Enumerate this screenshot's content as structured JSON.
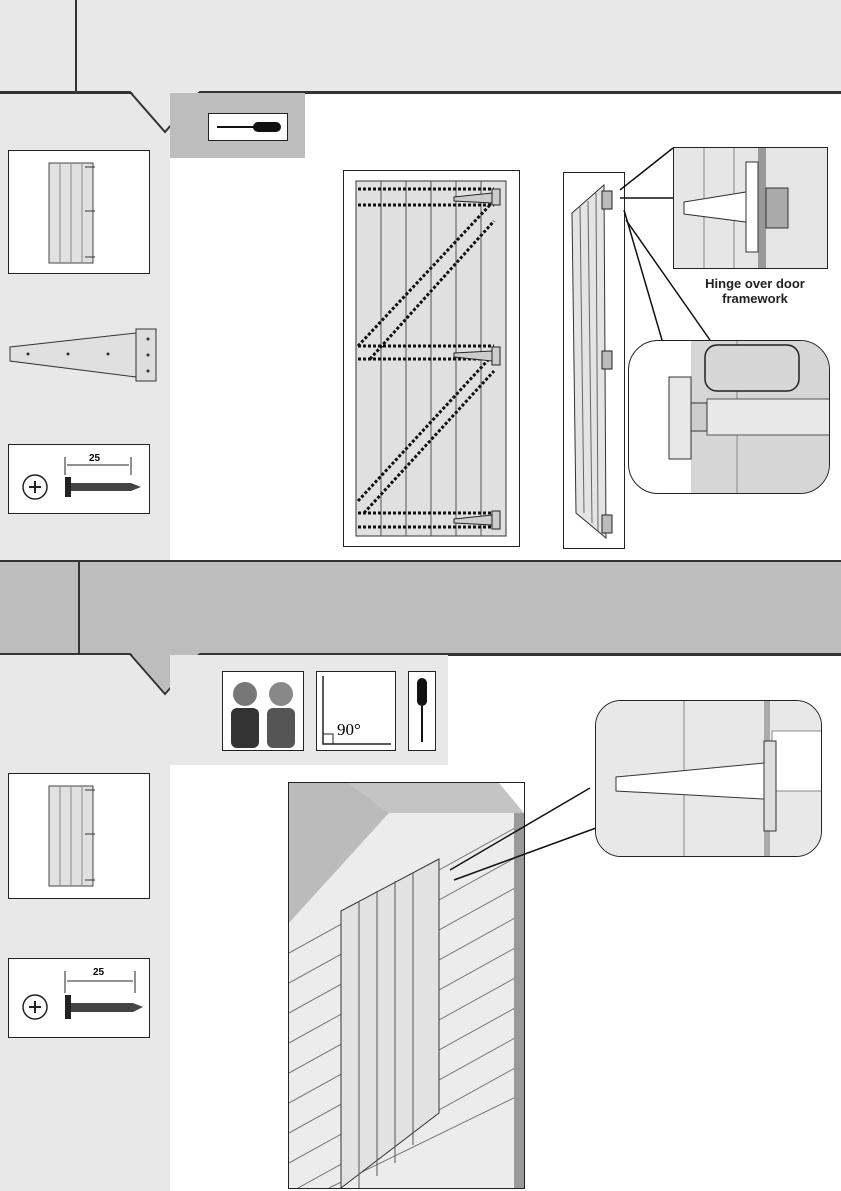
{
  "steps": [
    {
      "tools": [
        "screwdriver-icon"
      ],
      "parts": [
        {
          "name": "door-panel"
        },
        {
          "name": "t-hinge"
        },
        {
          "name": "screw",
          "length": "25"
        }
      ],
      "callout_label": "Hinge over door\nframework"
    },
    {
      "tools": [
        "two-person-icon",
        "right-angle-icon",
        "screwdriver-icon"
      ],
      "angle_label": "90°",
      "parts": [
        {
          "name": "door-panel"
        },
        {
          "name": "screw",
          "length": "25"
        }
      ]
    }
  ],
  "colors": {
    "band_light": "#e8e8e8",
    "band_dark": "#bdbdbd",
    "panel": "#e0e0e0",
    "outline": "#222222"
  }
}
